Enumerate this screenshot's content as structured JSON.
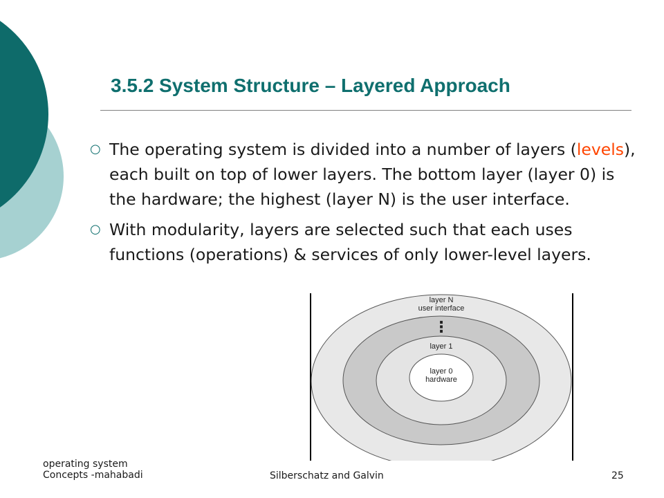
{
  "slide": {
    "title": "3.5.2 System Structure – Layered Approach",
    "colors": {
      "title": "#0f6f6e",
      "highlight": "#ff4500",
      "circle_dark": "#0e6b6a",
      "circle_light": "#a6d1d1"
    }
  },
  "bullets": [
    {
      "pre": "The operating system is divided into a number of layers (",
      "highlight": "levels",
      "post": "), each built on top of lower layers. The bottom layer (layer 0) is the hardware; the highest (layer N) is the user interface."
    },
    {
      "text": "With modularity, layers are selected such that each uses functions (operations) & services of only lower-level layers."
    }
  ],
  "diagram": {
    "outer_label_1": "layer N",
    "outer_label_2": "user interface",
    "ellipsis": "⋮",
    "middle_label": "layer 1",
    "inner_label_1": "layer 0",
    "inner_label_2": "hardware"
  },
  "footer": {
    "left_line1": "operating system",
    "left_line2": "Concepts -mahabadi",
    "center": "Silberschatz and Galvin",
    "page": "25"
  }
}
